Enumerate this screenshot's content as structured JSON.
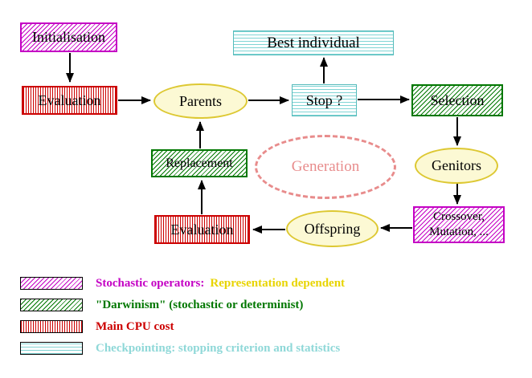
{
  "nodes": {
    "initialisation": {
      "label": "Initialisation"
    },
    "evaluation_top": {
      "label": "Evaluation"
    },
    "parents": {
      "label": "Parents"
    },
    "best_individual": {
      "label": "Best individual"
    },
    "stop": {
      "label": "Stop ?"
    },
    "selection": {
      "label": "Selection"
    },
    "replacement": {
      "label": "Replacement"
    },
    "generation": {
      "label": "Generation"
    },
    "genitors": {
      "label": "Genitors"
    },
    "crossover_mutation": {
      "line1": "Crossover,",
      "line2": "Mutation, ..."
    },
    "offspring": {
      "label": "Offspring"
    },
    "evaluation_bottom": {
      "label": "Evaluation"
    }
  },
  "legend": {
    "stochastic": {
      "label": "Stochastic operators:",
      "label_suffix": "Representation dependent"
    },
    "darwinism": {
      "label": "\"Darwinism\" (stochastic or determinist)"
    },
    "cpu": {
      "label": "Main CPU cost"
    },
    "checkpointing": {
      "label": "Checkpointing: stopping criterion and statistics"
    }
  },
  "colors": {
    "magenta": "#c400c4",
    "green": "#007700",
    "red": "#cc0000",
    "cyan": "#7fd4d4",
    "cyan_border": "#55bbbb",
    "cyan_text": "#8fd8d8",
    "yellow": "#ddc832",
    "yellow_fill": "#fcf9d4",
    "yellow_text": "#e8d400",
    "pink": "#e88c8c",
    "arrow": "#000000"
  }
}
